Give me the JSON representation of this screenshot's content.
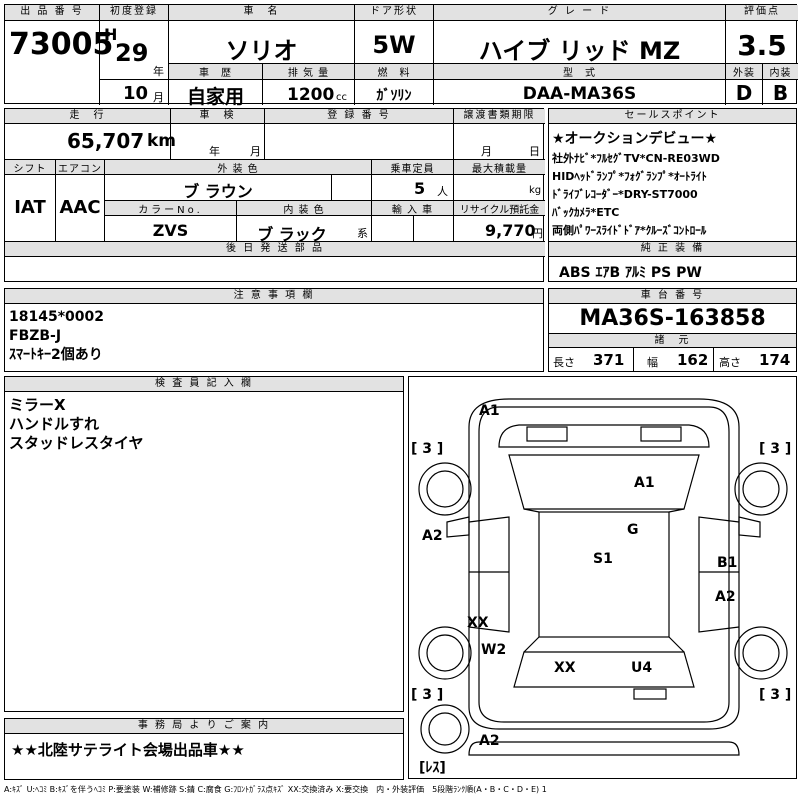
{
  "header": {
    "lot_label": "出 品 番 号",
    "lot_no": "73005",
    "first_reg_label": "初度登録",
    "era_letter": "H",
    "reg_year": "29",
    "year_unit": "年",
    "reg_month": "10",
    "month_unit": "月",
    "car_name_label": "車　名",
    "car_name": "ソリオ",
    "door_label": "ドア形状",
    "door": "5W",
    "grade_label": "グ レ ー ド",
    "grade": "ハイブ リッド MZ",
    "score_label": "評価点",
    "score": "3.5",
    "history_label": "車　歴",
    "history": "自家用",
    "displacement_label": "排 気 量",
    "displacement": "1200",
    "cc_unit": "cc",
    "fuel_label": "燃　料",
    "fuel": "ｶﾞｿﾘﾝ",
    "model_label": "型　式",
    "model": "DAA-MA36S",
    "exterior_label": "外装",
    "exterior_grade": "D",
    "interior_label": "内装",
    "interior_grade": "B"
  },
  "row2": {
    "mileage_label": "走　行",
    "mileage": "65,707",
    "km_unit": "km",
    "inspection_label": "車　検",
    "insp_year_unit": "年",
    "insp_month_unit": "月",
    "reg_no_label": "登 録 番 号",
    "transfer_label": "譲渡書類期限",
    "tr_month_unit": "月",
    "tr_day_unit": "日",
    "shift_label": "シフト",
    "shift": "IAT",
    "ac_label": "エアコン",
    "ac": "AAC",
    "ext_color_label": "外 装 色",
    "ext_color": "ブ ラウン",
    "capacity_label": "乗車定員",
    "capacity": "5",
    "person_unit": "人",
    "max_load_label": "最大積載量",
    "kg_unit": "kg",
    "color_no_label": "カラーNo.",
    "color_no": "ZVS",
    "int_color_label": "内 装 色",
    "int_color": "ブ ラック",
    "int_suffix": "系",
    "import_label": "輸 入 車",
    "recycle_label": "リサイクル預託金",
    "recycle": "9,770",
    "yen_unit": "円",
    "later_label": "後 日 発 送 部 品"
  },
  "sales": {
    "label": "セールスポイント",
    "lines": [
      "★オークションデビュー★",
      "社外ﾅﾋﾞ*ﾌﾙｾｸﾞTV*CN-RE03WD",
      "HIDﾍｯﾄﾞﾗﾝﾌﾟ*ﾌｫｸﾞﾗﾝﾌﾟ*ｵｰﾄﾗｲﾄ",
      "ﾄﾞﾗｲﾌﾞﾚｺｰﾀﾞｰ*DRY-ST7000",
      "ﾊﾞｯｸｶﾒﾗ*ETC",
      "両側ﾊﾟﾜｰｽﾗｲﾄﾞﾄﾞｱ*ｸﾙｰｽﾞｺﾝﾄﾛｰﾙ"
    ],
    "equip_label": "純 正 装 備",
    "equip": "ABS ｴｱB ｱﾙﾐ PS PW"
  },
  "notes": {
    "label": "注 意 事 項 欄",
    "lines": [
      "18145*0002",
      "FBZB-J",
      "ｽﾏｰﾄｷｰ2個あり"
    ]
  },
  "chassis": {
    "label": "車 台 番 号",
    "number": "MA36S-163858",
    "spec_label": "諸　元",
    "length_label": "長さ",
    "length": "371",
    "width_label": "幅",
    "width": "162",
    "height_label": "高さ",
    "height": "174"
  },
  "inspector": {
    "label": "検 査 員 記 入 欄",
    "lines": [
      "ミラーX",
      "ハンドルすれ",
      "スタッドレスタイヤ"
    ]
  },
  "diagram": {
    "marks": [
      "A1",
      "A1",
      "G",
      "S1",
      "A2",
      "B1",
      "A2",
      "XX",
      "W2",
      "XX",
      "U4",
      "A2"
    ],
    "tire_left_top": "[ 3 ]",
    "tire_right_top": "[ 3 ]",
    "tire_left_bottom": "[ 3 ]",
    "tire_right_bottom": "[ 3 ]",
    "spare": "[ﾚｽ]"
  },
  "office": {
    "label": "事 務 局 よ り ご 案 内",
    "text": "★★北陸サテライト会場出品車★★"
  },
  "legend": "A:ｷｽﾞ U:ﾍｺﾐ B:ｷｽﾞを伴うﾍｺﾐ P:要塗装 W:補修跡 S:錆 C:腐食 G:ﾌﾛﾝﾄｶﾞﾗｽ点ｷｽﾞ XX:交換済み X:要交換　内・外装評価　5段階ﾗﾝｸ順(A・B・C・D・E) 1"
}
